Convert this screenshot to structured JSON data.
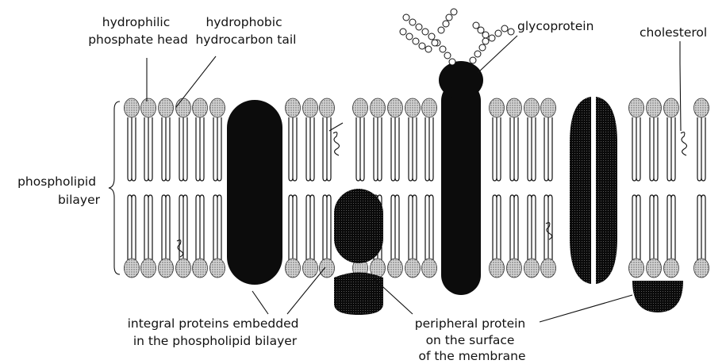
{
  "labels": {
    "head": [
      "hydrophilic",
      "phosphate head"
    ],
    "tail": [
      "hydrophobic",
      "hydrocarbon tail"
    ],
    "glycoprotein": "glycoprotein",
    "cholesterol": "cholesterol",
    "bilayer": [
      "phospholipid",
      "bilayer"
    ],
    "integral": [
      "integral proteins embedded",
      "in the phospholipid bilayer"
    ],
    "peripheral": [
      "peripheral protein",
      "on the surface",
      "of the membrane"
    ]
  },
  "colors": {
    "ink": "#111111",
    "protein": "#0c0c0c",
    "head_fill": "#cfcfcf",
    "background": "#ffffff"
  }
}
